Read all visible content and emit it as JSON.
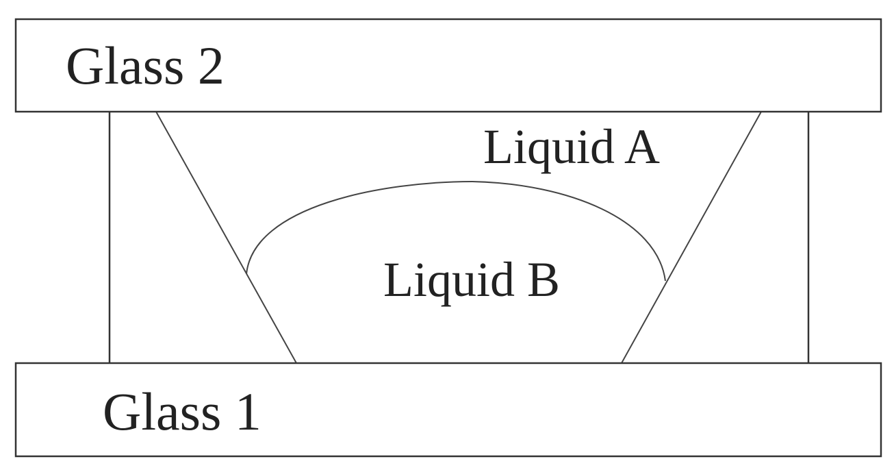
{
  "labels": {
    "glass_top": "Glass 2",
    "glass_bottom": "Glass 1",
    "liquid_outer": "Liquid A",
    "liquid_inner": "Liquid B"
  },
  "colors": {
    "stroke": "#333333",
    "fill": "#ffffff",
    "text": "#222222"
  }
}
